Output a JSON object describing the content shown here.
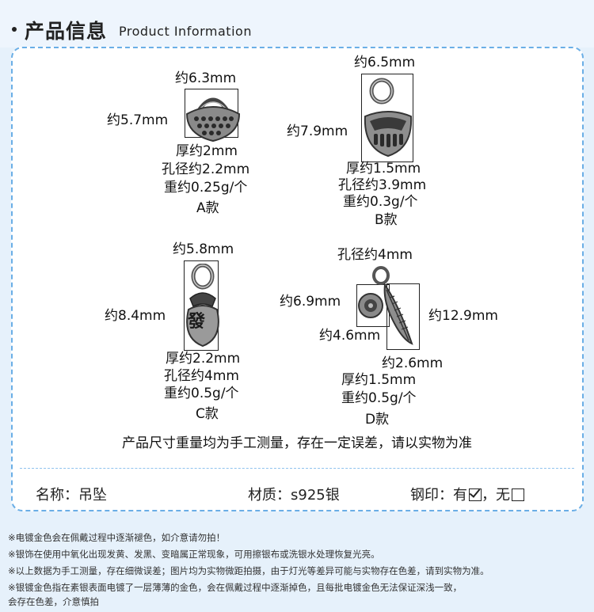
{
  "header": {
    "title_cn": "产品信息",
    "title_en": "Product Information"
  },
  "items": {
    "a": {
      "width": "约6.3mm",
      "height": "约5.7mm",
      "thickness": "厚约2mm",
      "hole": "孔径约2.2mm",
      "weight": "重约0.25g/个",
      "label": "A款"
    },
    "b": {
      "width": "约6.5mm",
      "height": "约7.9mm",
      "thickness": "厚约1.5mm",
      "hole": "孔径约3.9mm",
      "weight": "重约0.3g/个",
      "label": "B款"
    },
    "c": {
      "width": "约5.8mm",
      "height": "约8.4mm",
      "glyph": "發",
      "thickness": "厚约2.2mm",
      "hole": "孔径约4mm",
      "weight": "重约0.5g/个",
      "label": "C款"
    },
    "d": {
      "hole": "孔径约4mm",
      "coin_size": "约6.9mm",
      "coin_inner": "约4.6mm",
      "feather_length": "约12.9mm",
      "feather_width": "约2.6mm",
      "thickness": "厚约1.5mm",
      "weight": "重约0.5g/个",
      "label": "D款"
    }
  },
  "disclaimer": "产品尺寸重量均为手工测量，存在一定误差，请以实物为准",
  "specs": {
    "name_label": "名称：",
    "name_value": "吊坠",
    "material_label": "材质：",
    "material_value": "s925银",
    "stamp_label": "钢印：",
    "stamp_yes": "有",
    "stamp_sep": "，",
    "stamp_no": "无",
    "stamp_has": true
  },
  "notes": [
    "※电镀金色会在佩戴过程中逐渐褪色，如介意请勿拍！",
    "※银饰在使用中氧化出现发黄、发黑、变暗属正常现象，可用擦银布或洗银水处理恢复光亮。",
    "※以上数据为手工测量，存在细微误差；图片均为实物微距拍摄，由于灯光等差异可能与实物存在色差，请到实物为准。",
    "※银镀金色指在素银表面电镀了一层薄薄的金色，会在佩戴过程中逐渐掉色，且每批电镀金色无法保证深浅一致，",
    "会存在色差，介意慎拍"
  ],
  "colors": {
    "background": "#e6f1fb",
    "dashed_border": "#6aaee6",
    "silver_dark": "#3a3a3a",
    "silver_light": "#cfcfcf"
  }
}
